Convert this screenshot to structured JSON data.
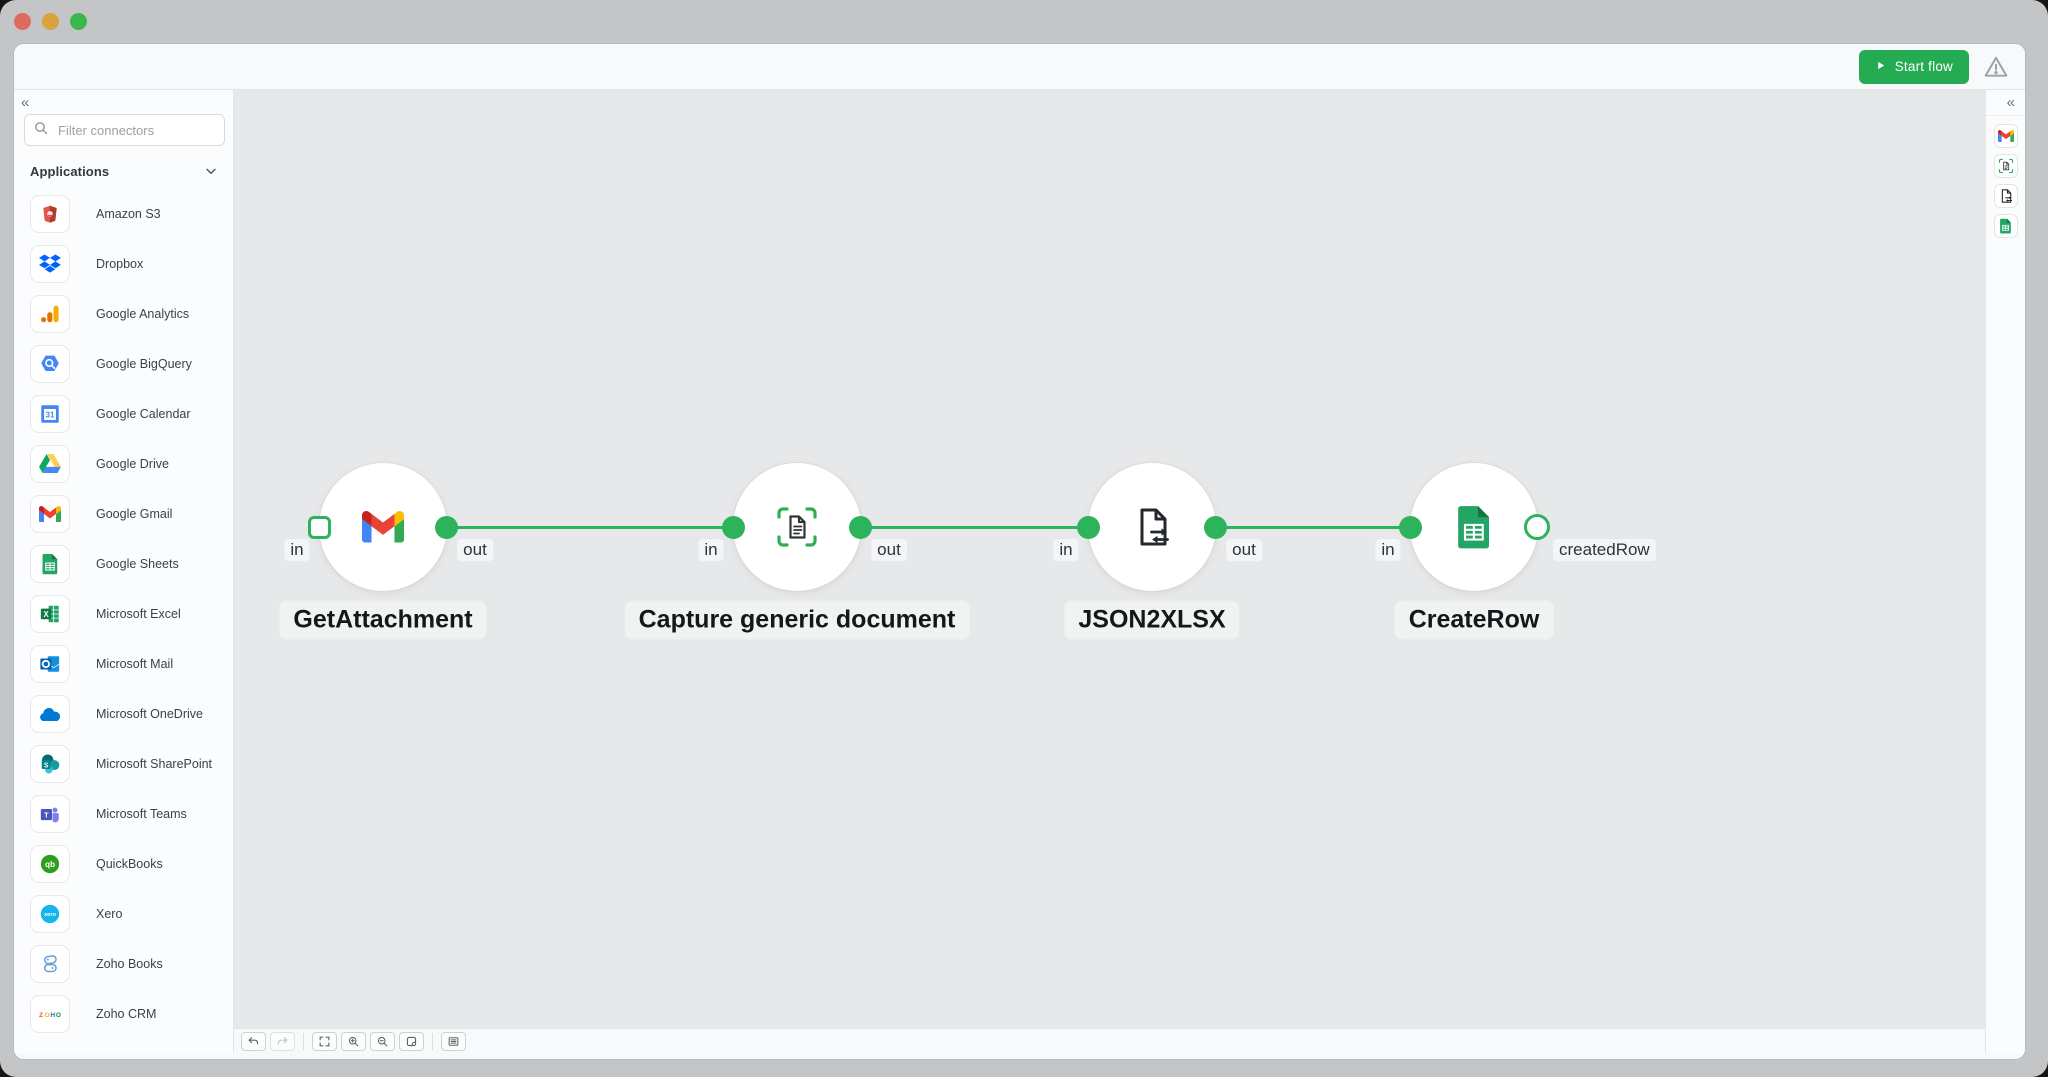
{
  "colors": {
    "accent_green": "#25ac52",
    "flow_green": "#2db35c",
    "canvas_bg": "#e7e8e9",
    "chrome_gray": "#c3c5c7"
  },
  "window_chrome": {
    "traffic_lights": [
      {
        "name": "close",
        "color": "#de6a60"
      },
      {
        "name": "minimize",
        "color": "#dba23e"
      },
      {
        "name": "maximize",
        "color": "#38b84a"
      }
    ]
  },
  "topbar": {
    "start_flow": {
      "label": "Start flow",
      "icon": "play-icon"
    },
    "warning": {
      "icon": "warning-triangle-icon"
    }
  },
  "left_sidebar": {
    "collapse_glyph": "«",
    "search": {
      "placeholder": "Filter connectors",
      "icon": "search-icon"
    },
    "section": {
      "label": "Applications",
      "icon": "chevron-down-icon"
    },
    "connectors": [
      {
        "name": "Amazon S3",
        "icon": "amazon-s3-icon"
      },
      {
        "name": "Dropbox",
        "icon": "dropbox-icon"
      },
      {
        "name": "Google Analytics",
        "icon": "google-analytics-icon"
      },
      {
        "name": "Google BigQuery",
        "icon": "google-bigquery-icon"
      },
      {
        "name": "Google Calendar",
        "icon": "google-calendar-icon"
      },
      {
        "name": "Google Drive",
        "icon": "google-drive-icon"
      },
      {
        "name": "Google Gmail",
        "icon": "gmail-icon"
      },
      {
        "name": "Google Sheets",
        "icon": "google-sheets-icon"
      },
      {
        "name": "Microsoft Excel",
        "icon": "excel-icon"
      },
      {
        "name": "Microsoft Mail",
        "icon": "outlook-icon"
      },
      {
        "name": "Microsoft OneDrive",
        "icon": "onedrive-icon"
      },
      {
        "name": "Microsoft SharePoint",
        "icon": "sharepoint-icon"
      },
      {
        "name": "Microsoft Teams",
        "icon": "teams-icon"
      },
      {
        "name": "QuickBooks",
        "icon": "quickbooks-icon"
      },
      {
        "name": "Xero",
        "icon": "xero-icon"
      },
      {
        "name": "Zoho Books",
        "icon": "zoho-books-icon"
      },
      {
        "name": "Zoho CRM",
        "icon": "zoho-crm-icon"
      }
    ]
  },
  "flow": {
    "nodes": [
      {
        "title": "GetAttachment",
        "icon": "gmail-icon",
        "input": {
          "label": "in",
          "style": "square-outline"
        },
        "output": {
          "label": "out",
          "style": "filled-circle"
        }
      },
      {
        "title": "Capture generic document",
        "icon": "capture-document-icon",
        "input": {
          "label": "in",
          "style": "filled-circle"
        },
        "output": {
          "label": "out",
          "style": "filled-circle"
        }
      },
      {
        "title": "JSON2XLSX",
        "icon": "json2xlsx-icon",
        "input": {
          "label": "in",
          "style": "filled-circle"
        },
        "output": {
          "label": "out",
          "style": "filled-circle"
        }
      },
      {
        "title": "CreateRow",
        "icon": "google-sheets-icon",
        "input": {
          "label": "in",
          "style": "filled-circle"
        },
        "output": {
          "label": "createdRow",
          "style": "open-circle"
        }
      }
    ]
  },
  "right_rail": {
    "collapse_glyph": "«",
    "items": [
      {
        "name": "GetAttachment",
        "icon": "gmail-icon"
      },
      {
        "name": "Capture generic document",
        "icon": "capture-document-icon"
      },
      {
        "name": "JSON2XLSX",
        "icon": "json2xlsx-icon"
      },
      {
        "name": "CreateRow",
        "icon": "google-sheets-icon"
      }
    ]
  },
  "bottom_toolbar": {
    "groups": [
      [
        {
          "name": "undo",
          "icon": "undo-icon",
          "disabled": false
        },
        {
          "name": "redo",
          "icon": "redo-icon",
          "disabled": true
        }
      ],
      [
        {
          "name": "fit-view",
          "icon": "fit-view-icon",
          "disabled": false
        },
        {
          "name": "zoom-in",
          "icon": "zoom-in-icon",
          "disabled": false
        },
        {
          "name": "zoom-out",
          "icon": "zoom-out-icon",
          "disabled": false
        },
        {
          "name": "page-view",
          "icon": "page-corner-icon",
          "disabled": false
        }
      ],
      [
        {
          "name": "grid-view",
          "icon": "grid-view-icon",
          "disabled": false
        }
      ]
    ]
  }
}
